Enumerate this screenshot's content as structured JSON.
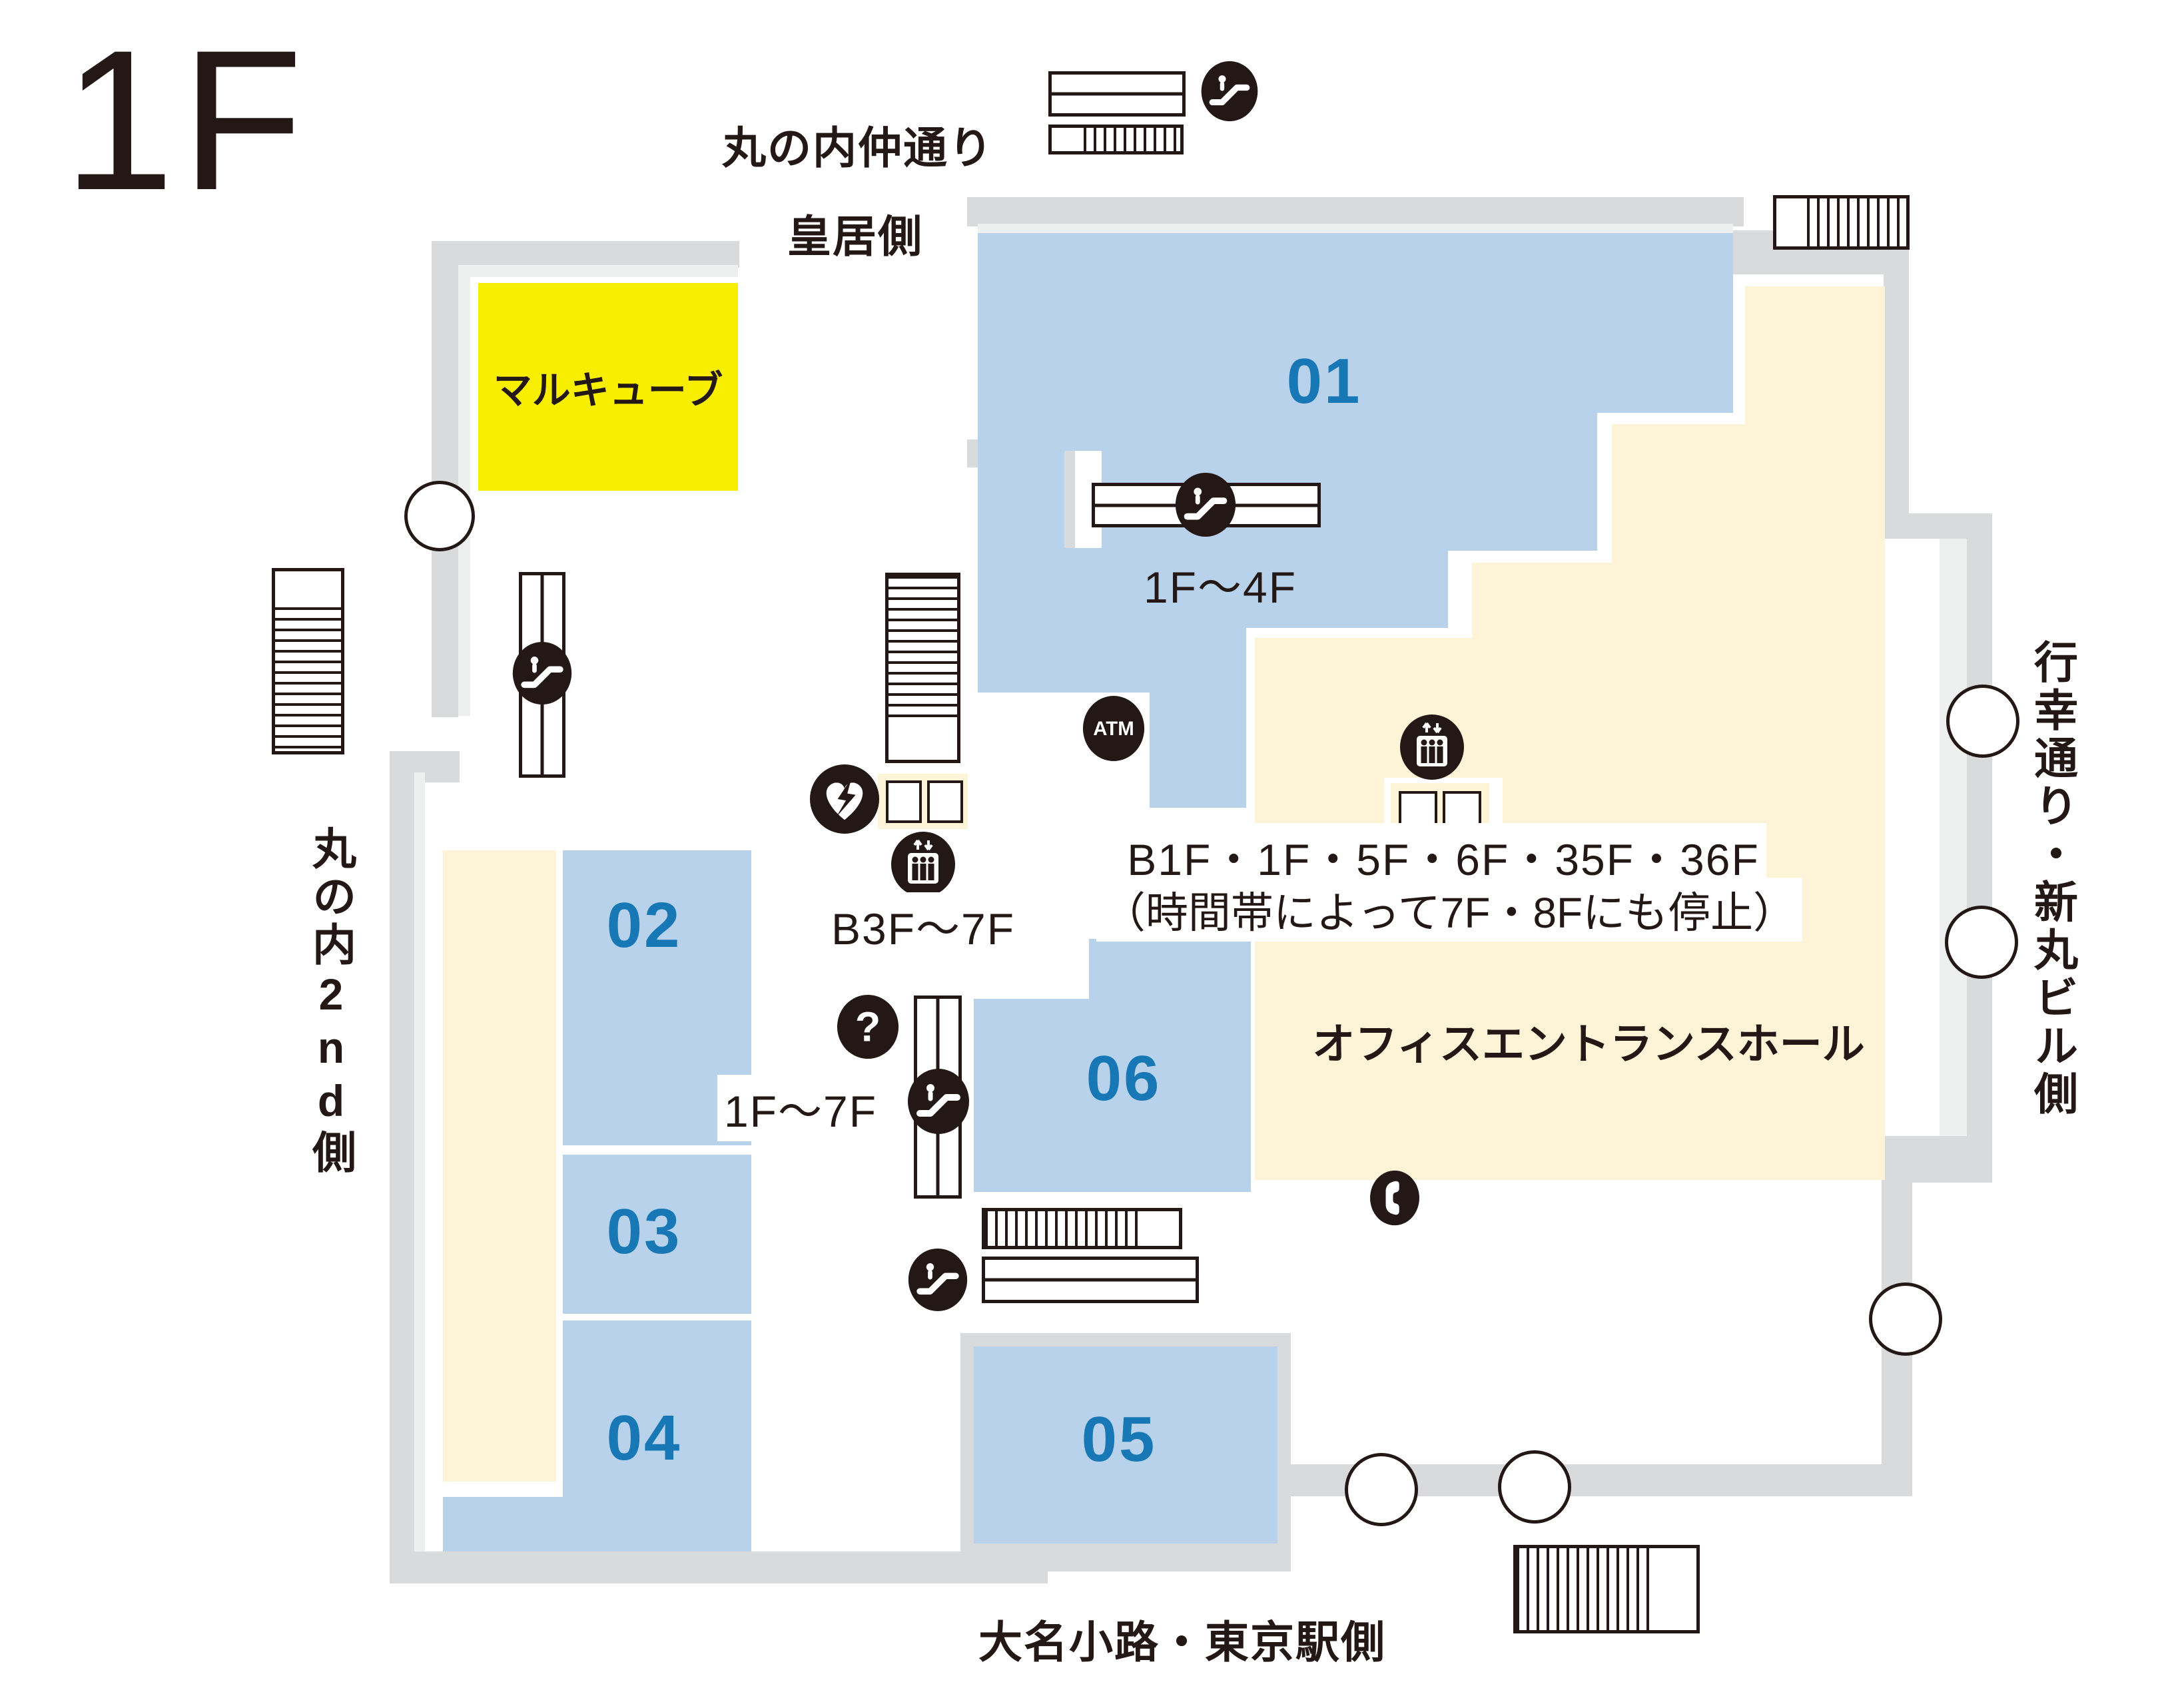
{
  "title": "1F",
  "streets": {
    "top": "丸の内仲通り",
    "top_sub": "皇居側",
    "left": "丸の内2nd側",
    "right": "行幸通り・新丸ビル側",
    "bottom": "大名小路・東京駅側"
  },
  "areas": {
    "a01": "01",
    "a02": "02",
    "a03": "03",
    "a04": "04",
    "a05": "05",
    "a06": "06",
    "marucube": "マルキューブ",
    "office_hall": "オフィスエントランスホール"
  },
  "annotations": {
    "escalator_01_floors": "1F～4F",
    "elevator_west_floors": "B3F～7F",
    "escalator_central_floors": "1F～7F",
    "elevator_east_floors_line1": "B1F・1F・5F・6F・35F・36F",
    "elevator_east_floors_line2": "（時間帯によって7F・8Fにも停止）",
    "atm": "ATM",
    "question_mark": "?"
  },
  "icons": [
    "escalator-icon",
    "elevator-icon",
    "stairs",
    "atm-icon",
    "aed-icon",
    "information-icon",
    "telephone-icon",
    "pillar"
  ],
  "colors": {
    "zone_fill": "#b9d2ec",
    "zone_label": "#1878b6",
    "hall_fill": "#fdf4d8",
    "marucube_fill": "#f8ee00",
    "wall": "#d9dadb",
    "wall_inner": "#eef0f0",
    "icon_black": "#231815"
  }
}
